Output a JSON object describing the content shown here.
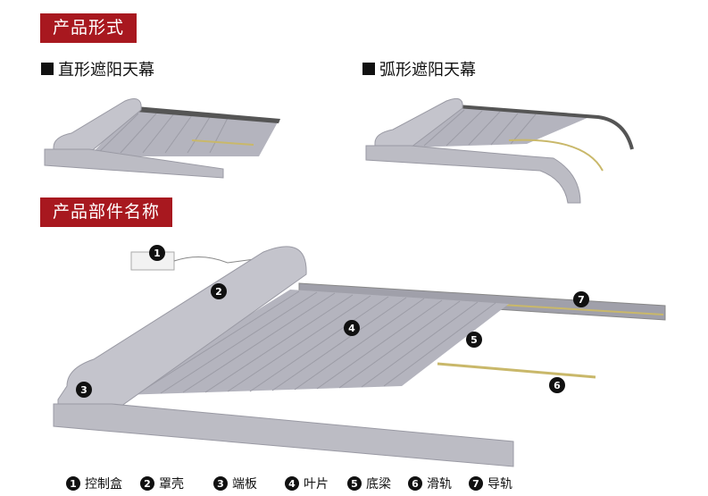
{
  "sections": {
    "product_form": "产品形式",
    "part_names": "产品部件名称"
  },
  "forms": {
    "straight": "直形遮阳天幕",
    "arc": "弧形遮阳天幕"
  },
  "callouts": [
    "1",
    "2",
    "3",
    "4",
    "5",
    "6",
    "7"
  ],
  "legend": [
    {
      "num": "1",
      "label": "控制盒"
    },
    {
      "num": "2",
      "label": "罩壳"
    },
    {
      "num": "3",
      "label": "端板"
    },
    {
      "num": "4",
      "label": "叶片"
    },
    {
      "num": "5",
      "label": "底梁"
    },
    {
      "num": "6",
      "label": "滑轨"
    },
    {
      "num": "7",
      "label": "导轨"
    }
  ],
  "colors": {
    "banner": "#a8181f",
    "metal": "#c4c4cc",
    "slat": "#b4b4be",
    "rail": "#9a9aa4"
  }
}
